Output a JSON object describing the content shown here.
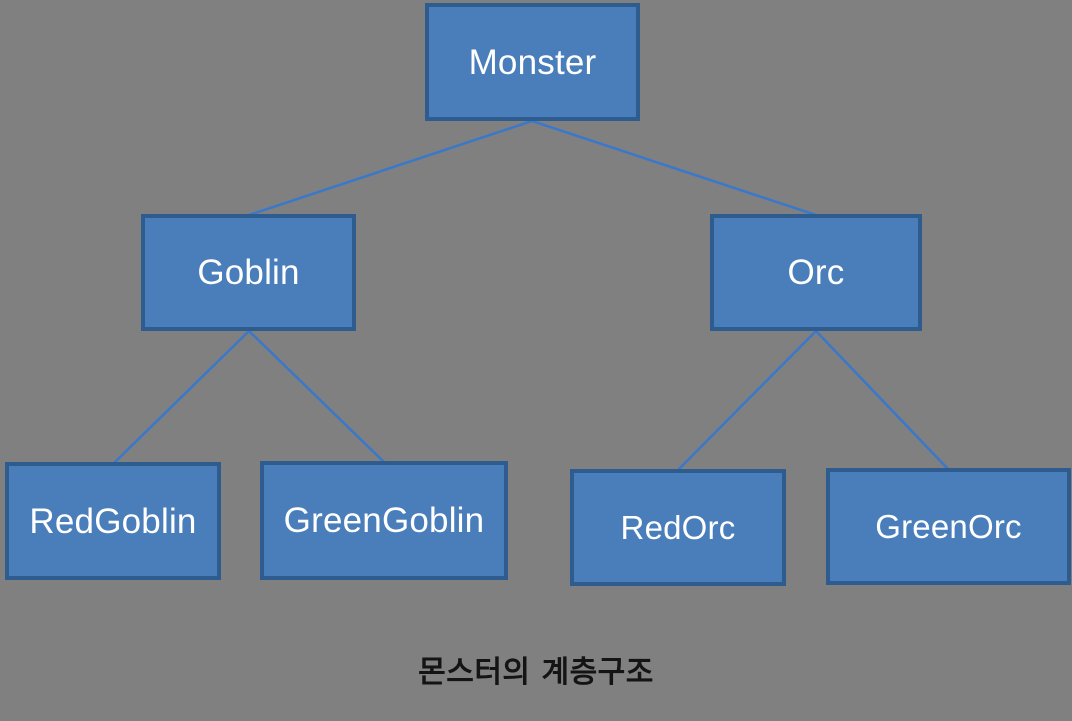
{
  "diagram": {
    "title_caption": "몬스터의 계층구조",
    "background_color": "#808080",
    "node_fill_color": "#4A7EBB",
    "node_border_color": "#2F5C8F",
    "node_text_color": "#FFFFFF",
    "edge_color": "#3C78C8",
    "caption_color": "#141414",
    "nodes": [
      {
        "id": "monster",
        "label": "Monster",
        "level": 0
      },
      {
        "id": "goblin",
        "label": "Goblin",
        "level": 1
      },
      {
        "id": "orc",
        "label": "Orc",
        "level": 1
      },
      {
        "id": "redgoblin",
        "label": "RedGoblin",
        "level": 2
      },
      {
        "id": "greengoblin",
        "label": "GreenGoblin",
        "level": 2
      },
      {
        "id": "redorc",
        "label": "RedOrc",
        "level": 2
      },
      {
        "id": "greenorc",
        "label": "GreenOrc",
        "level": 2
      }
    ],
    "edges": [
      {
        "from": "monster",
        "to": "goblin"
      },
      {
        "from": "monster",
        "to": "orc"
      },
      {
        "from": "goblin",
        "to": "redgoblin"
      },
      {
        "from": "goblin",
        "to": "greengoblin"
      },
      {
        "from": "orc",
        "to": "redorc"
      },
      {
        "from": "orc",
        "to": "greenorc"
      }
    ]
  }
}
